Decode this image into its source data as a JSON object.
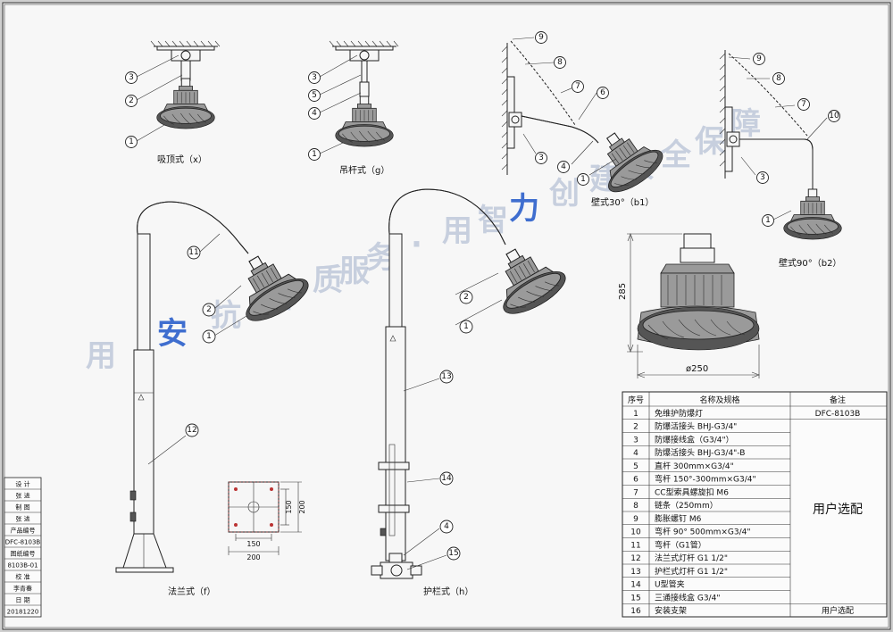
{
  "views": {
    "x": "吸顶式（x）",
    "g": "吊杆式（g）",
    "b1": "壁式30°（b1）",
    "b2": "壁式90°（b2）",
    "f": "法兰式（f）",
    "h": "护栏式（h）"
  },
  "dims": {
    "height": "285",
    "diameter": "ø250",
    "plate_outer": "200",
    "plate_inner": "150"
  },
  "watermark": [
    "用",
    "安",
    "抗",
    "温",
    "质",
    "服",
    "务",
    "·",
    "用",
    "智",
    "力",
    "创",
    "建",
    "安",
    "全",
    "保",
    "障"
  ],
  "table": {
    "headers": {
      "no": "序号",
      "name": "名称及规格",
      "remark": "备注"
    },
    "rows": [
      {
        "no": "1",
        "name": "免维护防爆灯"
      },
      {
        "no": "2",
        "name": "防爆活接头 BHJ-G3/4\""
      },
      {
        "no": "3",
        "name": "防爆接线盒（G3/4\"）"
      },
      {
        "no": "4",
        "name": "防爆活接头 BHJ-G3/4\"-B"
      },
      {
        "no": "5",
        "name": "直杆 300mm×G3/4\""
      },
      {
        "no": "6",
        "name": "弯杆 150°-300mm×G3/4\""
      },
      {
        "no": "7",
        "name": "CC型索具螺旋扣 M6"
      },
      {
        "no": "8",
        "name": "链条（250mm）"
      },
      {
        "no": "9",
        "name": "膨胀螺钉 M6"
      },
      {
        "no": "10",
        "name": "弯杆 90° 500mm×G3/4\""
      },
      {
        "no": "11",
        "name": "弯杆（G1管）"
      },
      {
        "no": "12",
        "name": "法兰式灯杆 G1 1/2\""
      },
      {
        "no": "13",
        "name": "护栏式灯杆 G1 1/2\""
      },
      {
        "no": "14",
        "name": "U型管夹"
      },
      {
        "no": "15",
        "name": "三通接线盒 G3/4\""
      },
      {
        "no": "16",
        "name": "安装支架"
      }
    ],
    "model": "DFC-8103B",
    "user_choice": "用户选配",
    "user_choice_last": "用户选配"
  },
  "sidebar": [
    "设 计",
    "张 进",
    "制 图",
    "张 进",
    "产品编号",
    "DFC-8103B",
    "图纸编号",
    "8103B-01",
    "校 准",
    "李青春",
    "日 期",
    "20181220"
  ]
}
